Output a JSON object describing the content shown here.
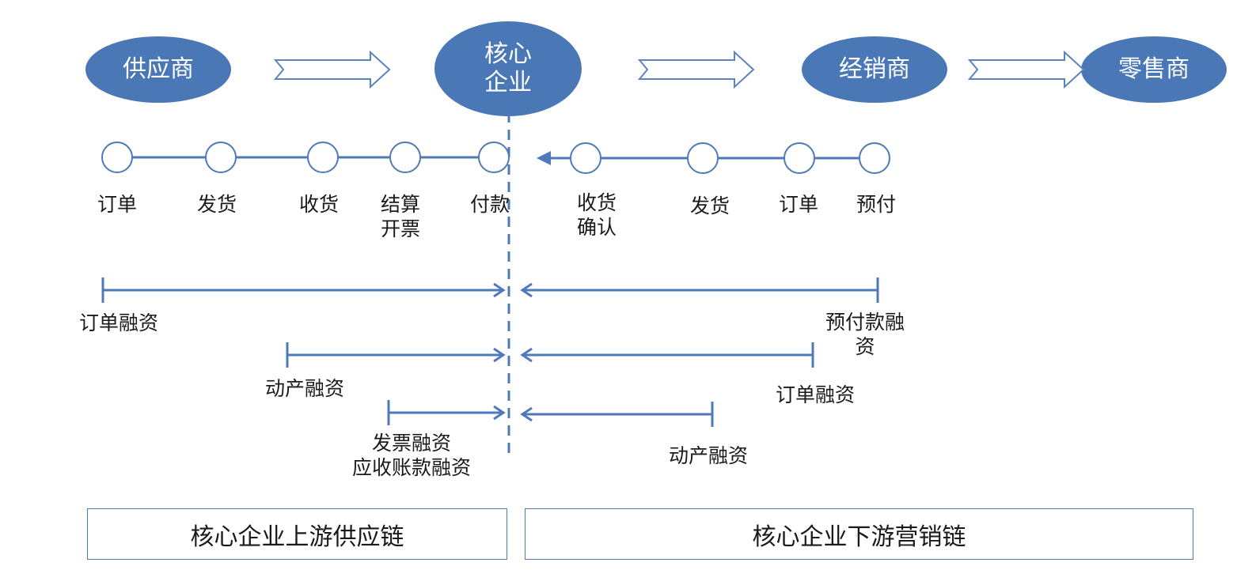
{
  "entities": {
    "supplier": "供应商",
    "core_line1": "核心",
    "core_line2": "企业",
    "distributor": "经销商",
    "retailer": "零售商"
  },
  "upstream_steps": [
    {
      "line1": "订单",
      "line2": ""
    },
    {
      "line1": "发货",
      "line2": ""
    },
    {
      "line1": "收货",
      "line2": ""
    },
    {
      "line1": "结算",
      "line2": "开票"
    },
    {
      "line1": "付款",
      "line2": ""
    }
  ],
  "downstream_steps": [
    {
      "line1": "收货",
      "line2": "确认"
    },
    {
      "line1": "发货",
      "line2": ""
    },
    {
      "line1": "订单",
      "line2": ""
    },
    {
      "line1": "预付",
      "line2": ""
    }
  ],
  "upstream_financing": [
    {
      "line1": "订单融资",
      "line2": ""
    },
    {
      "line1": "动产融资",
      "line2": ""
    },
    {
      "line1": "发票融资",
      "line2": "应收账款融资"
    }
  ],
  "downstream_financing": [
    {
      "line1": "预付款融",
      "line2": "资"
    },
    {
      "line1": "订单融资",
      "line2": ""
    },
    {
      "line1": "动产融资",
      "line2": ""
    }
  ],
  "footer": {
    "upstream_chain": "核心企业上游供应链",
    "downstream_chain": "核心企业下游营销链"
  },
  "colors": {
    "primary": "#4f79b8",
    "ellipse_fill": "#4a77b6",
    "text": "#1a1a1a"
  }
}
